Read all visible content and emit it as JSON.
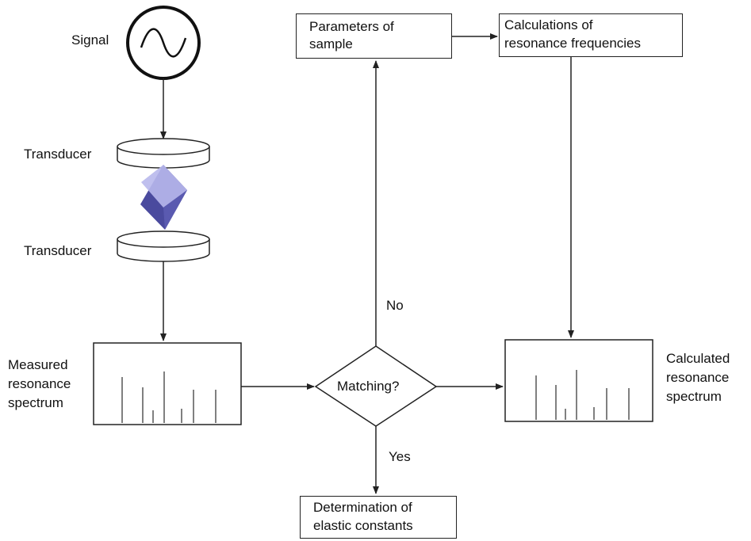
{
  "signal_label": "Signal",
  "transducer_top_label": "Transducer",
  "transducer_bottom_label": "Transducer",
  "measured_label": [
    "Measured",
    "resonance",
    "spectrum"
  ],
  "calculated_label": [
    "Calculated",
    "resonance",
    "spectrum"
  ],
  "parameters_box": [
    "Parameters of",
    "sample"
  ],
  "calculations_box": [
    "Calculations of",
    "resonance frequencies"
  ],
  "matching_label": "Matching?",
  "no_label": "No",
  "yes_label": "Yes",
  "determination_box": [
    "Determination of",
    "elastic constants"
  ],
  "colors": {
    "stroke": "#222222",
    "crystal_dark": "#4a4a9e",
    "crystal_light": "#b8b8ec"
  }
}
